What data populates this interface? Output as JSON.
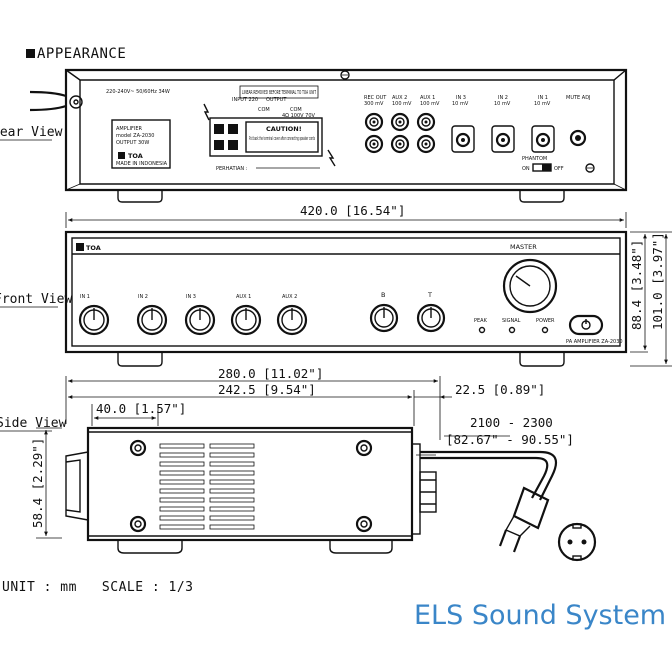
{
  "heading": "APPEARANCE",
  "views": {
    "rear": "Rear View",
    "front": "Front View",
    "side": "Side View"
  },
  "rear": {
    "power_label": "220-240V~  50/60Hz 34W",
    "warning_note": "LINEAR REMOVED BEFORE TERMINAL TO TOA UNIT",
    "input_label": "INPUT 220",
    "output_label": "OUTPUT",
    "com_label_a": "COM",
    "com_label_b": "COM",
    "output_taps": "4Ω  100V 70V",
    "caution_title": "CAUTION!",
    "caution_text": "Put back the terminal cover after connecting speaker cords",
    "perhatian_label": "PERHATIAN :",
    "nameplate_lines": [
      "AMPLIFIER",
      "model ZA-2030",
      "OUTPUT 30W"
    ],
    "nameplate_brand": "TOA",
    "nameplate_sub": "MADE IN INDONESIA",
    "jack_groups": [
      {
        "label": "REC OUT",
        "sub": "300 mV"
      },
      {
        "label": "AUX 2",
        "sub": "100 mV"
      },
      {
        "label": "AUX 1",
        "sub": "100 mV"
      },
      {
        "label": "IN 3",
        "sub": "10 mV"
      },
      {
        "label": "IN 2",
        "sub": "10 mV"
      },
      {
        "label": "IN 1",
        "sub": "10 mV"
      },
      {
        "label": "MUTE ADJ",
        "sub": ""
      }
    ],
    "phantom_label": "PHANTOM",
    "phantom_states": [
      "ON",
      "OFF"
    ]
  },
  "front": {
    "brand": "TOA",
    "knobs": [
      "IN 1",
      "IN 2",
      "IN 3",
      "AUX 1",
      "AUX 2"
    ],
    "tone": [
      "B",
      "T"
    ],
    "master_label": "MASTER",
    "indicators": [
      "PEAK",
      "SIGNAL",
      "POWER"
    ],
    "model_label": "PA AMPLIFIER ZA-2030"
  },
  "dimensions": {
    "width": "420.0 [16.54\"]",
    "height_total": "101.0 [3.97\"]",
    "height_panel": "88.4 [3.48\"]",
    "depth_total": "280.0 [11.02\"]",
    "depth_body": "242.5 [9.54\"]",
    "rear_protrusion": "22.5 [0.89\"]",
    "foot_offset": "40.0 [1.57\"]",
    "side_height": "58.4 [2.29\"]",
    "cord_length": "2100 - 2300",
    "cord_length_in": "[82.67\" - 90.55\"]"
  },
  "footer": {
    "unit": "UNIT : mm   SCALE : 1/3"
  },
  "brand_text": "ELS Sound System",
  "colors": {
    "brand": "#3a86c8",
    "ink": "#111111"
  }
}
